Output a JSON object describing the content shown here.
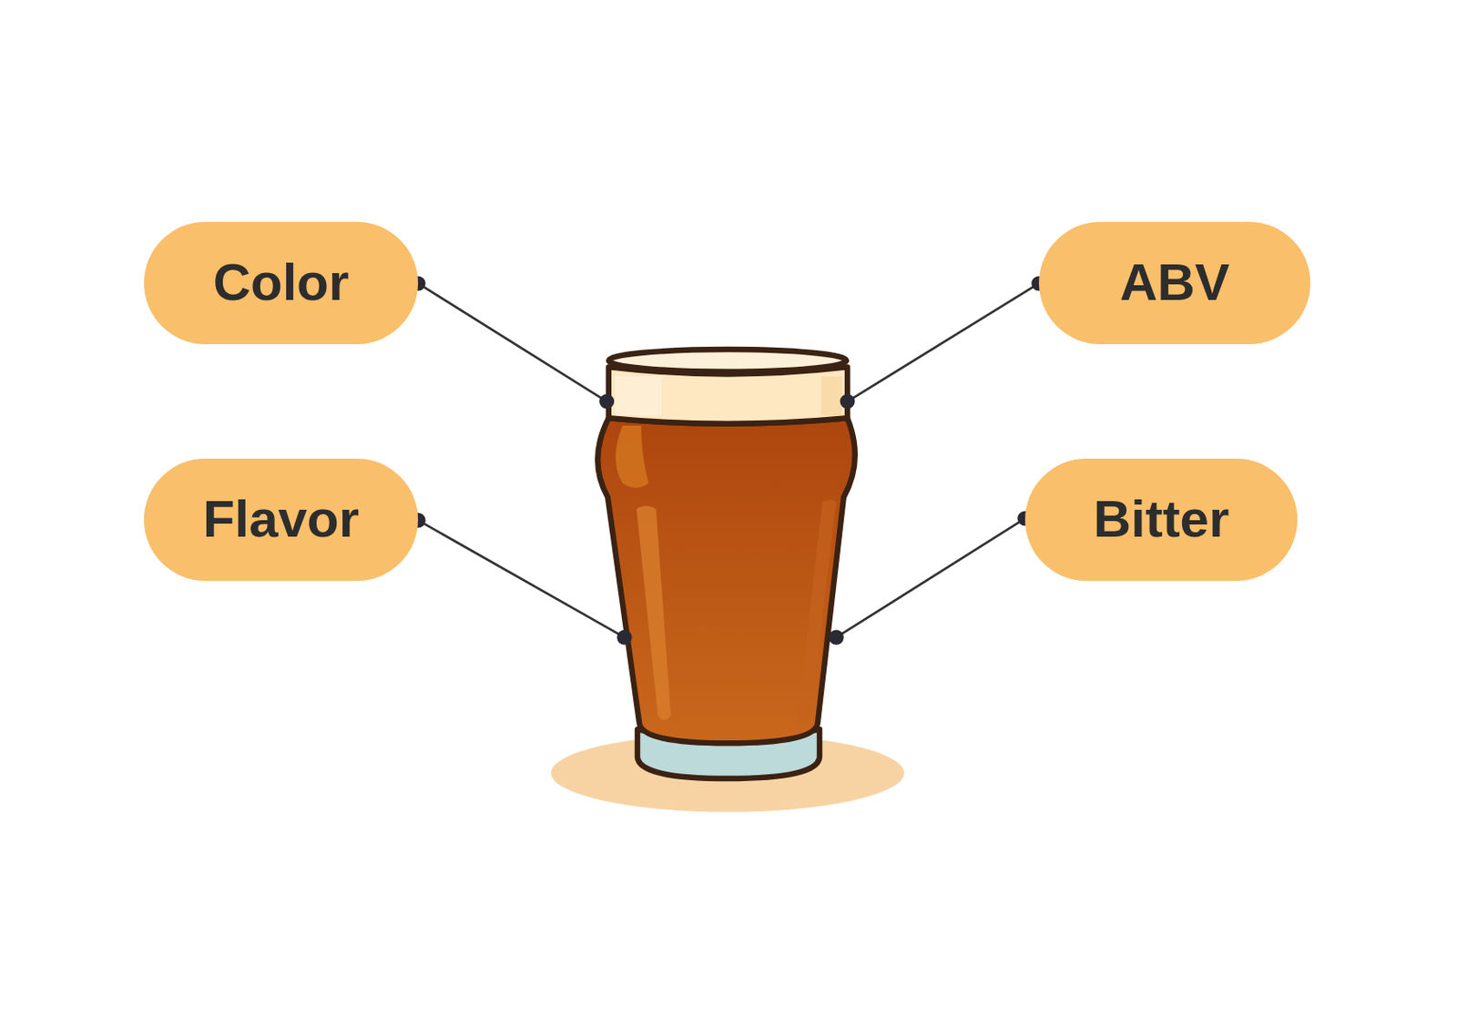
{
  "diagram": {
    "nodes": [
      {
        "text": [
          "Color"
        ]
      },
      {
        "text": [
          "ABV"
        ]
      },
      {
        "text": [
          "Flavor"
        ]
      },
      {
        "text": [
          "Bitter"
        ]
      }
    ]
  }
}
